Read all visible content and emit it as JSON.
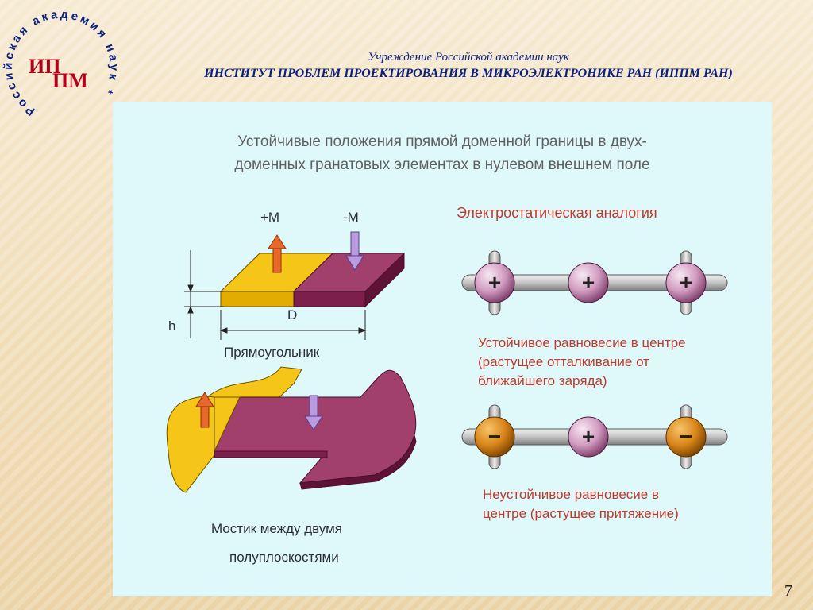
{
  "logo": {
    "ring_text": "Российская академия наук *",
    "mark_top": "ИП",
    "mark_bottom": "ПМ"
  },
  "header": {
    "line1": "Учреждение Российской академии наук",
    "line2": "ИНСТИТУТ  ПРОБЛЕМ  ПРОЕКТИРОВАНИЯ  В МИКРОЭЛЕКТРОНИКЕ РАН (ИППМ РАН)"
  },
  "slide": {
    "title_line1": "Устойчивые положения прямой доменной границы  в двух-",
    "title_line2": "доменных  гранатовых элементах в нулевом внешнем  поле",
    "arrow_plus_label": "+M",
    "arrow_minus_label": "-M",
    "dim_D": "D",
    "dim_h": "h",
    "rect_caption": "Прямоугольник",
    "bridge_caption_line1": "Мостик между двумя",
    "bridge_caption_line2": "полуплоскостями",
    "analogy_title": "Электростатическая аналогия",
    "stable_desc_line1": "Устойчивое равновесие в центре",
    "stable_desc_line2": "(растущее отталкивание от",
    "stable_desc_line3": "ближайшего заряда)",
    "unstable_desc_line1": "Неустойчивое равновесие в",
    "unstable_desc_line2": "центре (растущее притяжение)",
    "row1_charges": [
      "+",
      "+",
      "+"
    ],
    "row2_charges": [
      "−",
      "+",
      "−"
    ]
  },
  "page_number": "7",
  "colors": {
    "panel_bg": "#dff9fb",
    "yellow_domain": "#f5c518",
    "magenta_domain": "#9e2f63",
    "plus_arrow": "#e8672a",
    "minus_arrow": "#b99be0",
    "header_text": "#0b1f80",
    "logo_red": "#b3001a",
    "logo_blue": "#0b1f80"
  }
}
